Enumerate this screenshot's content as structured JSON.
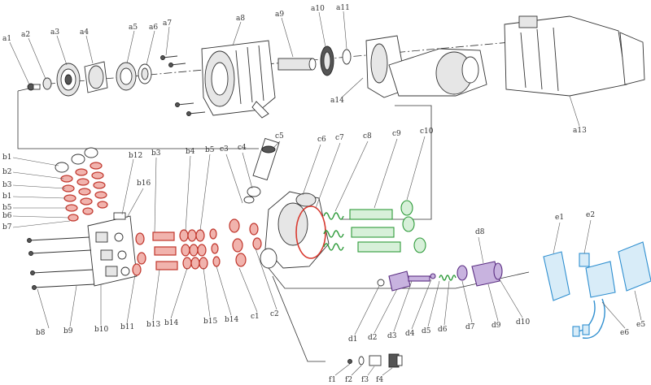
{
  "diagram": {
    "labels": {
      "a1": "a1",
      "a2": "a2",
      "a3": "a3",
      "a4": "a4",
      "a5": "a5",
      "a6": "a6",
      "a7": "a7",
      "a8": "a8",
      "a9": "a9",
      "a10": "a10",
      "a11": "a11",
      "a13": "a13",
      "a14": "a14",
      "b1a": "b1",
      "b2": "b2",
      "b3a": "b3",
      "b1b": "b1",
      "b5a": "b5",
      "b6": "b6",
      "b7": "b7",
      "b12": "b12",
      "b3b": "b3",
      "b4": "b4",
      "b5b": "b5",
      "b16": "b16",
      "b8": "b8",
      "b9": "b9",
      "b10": "b10",
      "b11": "b11",
      "b13": "b13",
      "b14a": "b14",
      "b15": "b15",
      "b14b": "b14",
      "c1": "c1",
      "c2": "c2",
      "c3": "c3",
      "c4": "c4",
      "c5": "c5",
      "c6": "c6",
      "c7": "c7",
      "c8": "c8",
      "c9": "c9",
      "c10": "c10",
      "d1": "d1",
      "d2": "d2",
      "d3": "d3",
      "d4": "d4",
      "d5": "d5",
      "d6": "d6",
      "d7": "d7",
      "d8": "d8",
      "d9": "d9",
      "d10": "d10",
      "e1": "e1",
      "e2": "e2",
      "e5": "e5",
      "e6": "e6",
      "f1": "f1",
      "f2": "f2",
      "f3": "f3",
      "f4": "f4"
    },
    "colors": {
      "line": "#333333",
      "pump_seals": "#d93a30",
      "valves_springs": "#2e9b3a",
      "unloader": "#5a2d82",
      "switch_assembly": "#2f8fd0"
    }
  }
}
